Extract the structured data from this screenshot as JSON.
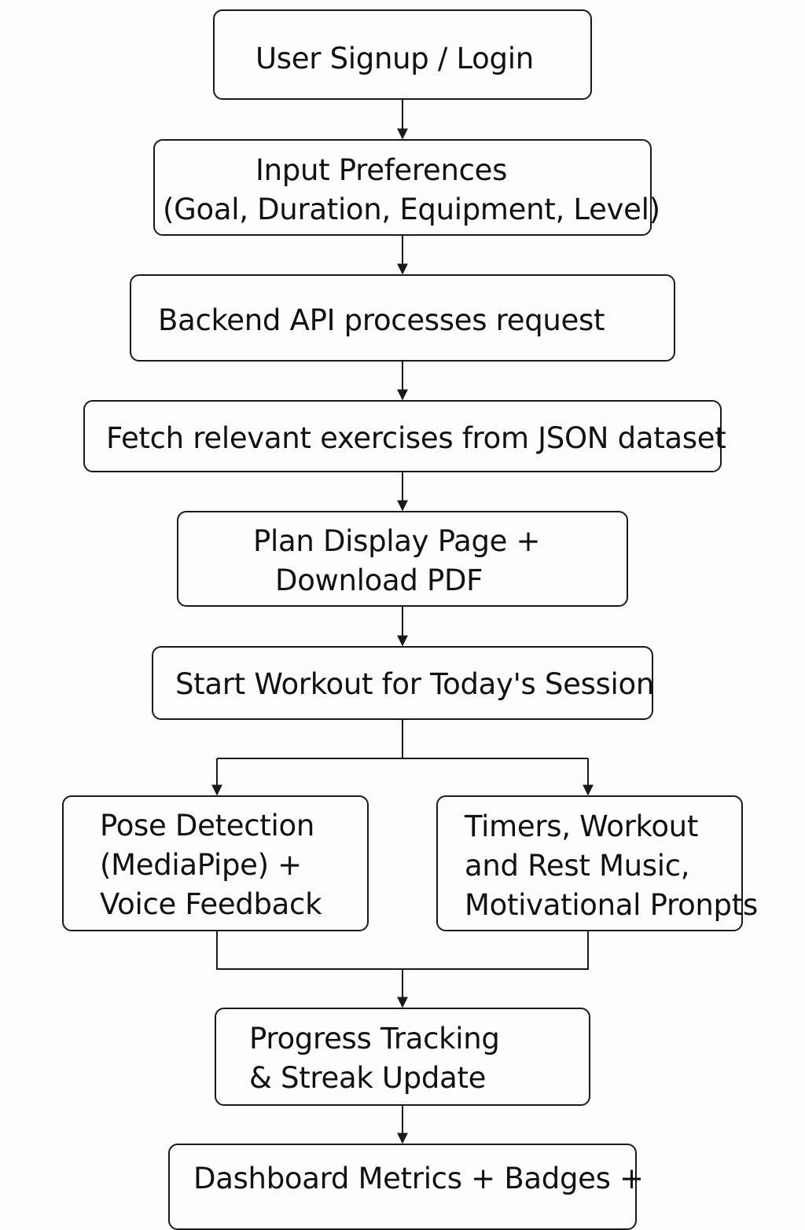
{
  "colors": {
    "stroke": "#1a1a1a",
    "background": "#fdfdfd",
    "text": "#111111"
  },
  "nodes": {
    "signup": {
      "lines": [
        "User Signup / Login"
      ]
    },
    "preferences": {
      "lines": [
        "Input Preferences",
        "(Goal, Duration, Equipment, Level)"
      ]
    },
    "backend": {
      "lines": [
        "Backend API processes request"
      ]
    },
    "fetch": {
      "lines": [
        "Fetch relevant exercises from JSON dataset"
      ]
    },
    "plan": {
      "lines": [
        "Plan Display Page +",
        "Download PDF"
      ]
    },
    "start": {
      "lines": [
        "Start Workout for Today's Session"
      ]
    },
    "pose": {
      "lines": [
        "Pose Detection",
        "(MediaPipe) +",
        "Voice Feedback"
      ]
    },
    "timers": {
      "lines": [
        "Timers, Workout",
        "and Rest Music,",
        "Motivational Pronpts"
      ]
    },
    "progress": {
      "lines": [
        "Progress Tracking",
        "& Streak Update"
      ]
    },
    "dashboard": {
      "lines": [
        "Dashboard Metrics + Badges +"
      ]
    }
  }
}
